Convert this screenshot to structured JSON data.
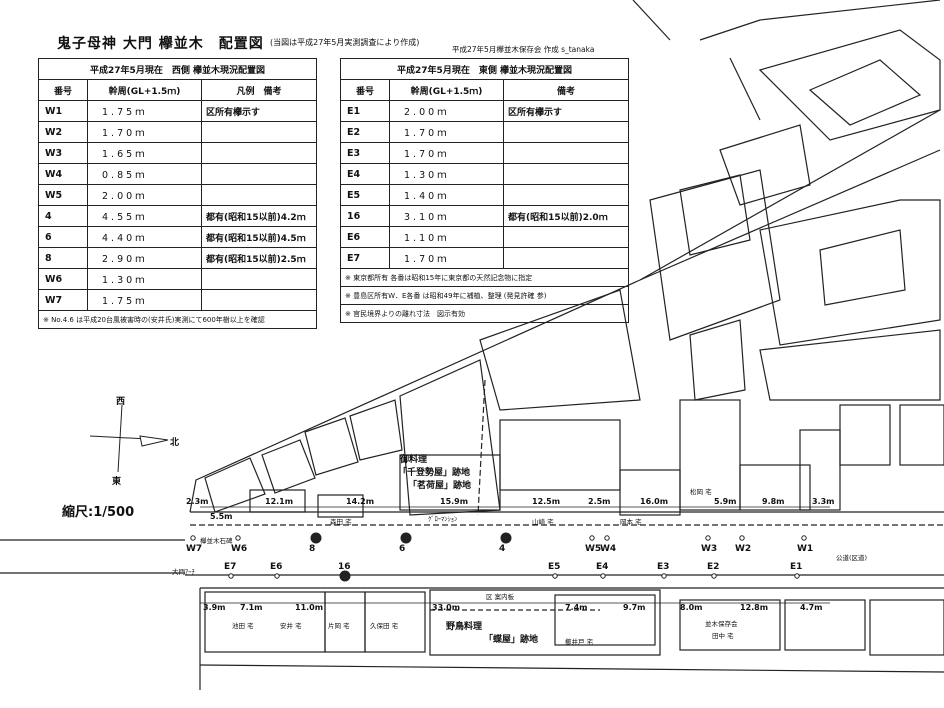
{
  "header": {
    "title": "鬼子母神 大門 欅並木　配置図",
    "subtitle": "(当図は平成27年5月実測調査により作成)",
    "author": "平成27年5月欅並木保存会 作成 s_tanaka"
  },
  "west_table": {
    "title": "平成27年5月現在　西側 欅並木現況配置図",
    "col_no": "番号",
    "col_girth": "幹周(GL+1.5ｍ)",
    "col_note": "凡例　備考",
    "rows": [
      {
        "no": "W1",
        "girth": "1.75ｍ",
        "note": "区所有欅示す"
      },
      {
        "no": "W2",
        "girth": "1.70ｍ",
        "note": ""
      },
      {
        "no": "W3",
        "girth": "1.65ｍ",
        "note": ""
      },
      {
        "no": "W4",
        "girth": "0.85ｍ",
        "note": ""
      },
      {
        "no": "W5",
        "girth": "2.00ｍ",
        "note": ""
      },
      {
        "no": "4",
        "girth": "4.55ｍ",
        "note": "都有(昭和15以前)4.2ｍ"
      },
      {
        "no": "6",
        "girth": "4.40ｍ",
        "note": "都有(昭和15以前)4.5ｍ"
      },
      {
        "no": "8",
        "girth": "2.90ｍ",
        "note": "都有(昭和15以前)2.5ｍ"
      },
      {
        "no": "W6",
        "girth": "1.30ｍ",
        "note": ""
      },
      {
        "no": "W7",
        "girth": "1.75ｍ",
        "note": ""
      }
    ],
    "footnote": "※ No.4.6 は平成20台風被害時の(安井氏)実測にて600年樹以上を確認"
  },
  "east_table": {
    "title": "平成27年5月現在　東側 欅並木現況配置図",
    "col_no": "番号",
    "col_girth": "幹周(GL+1.5ｍ)",
    "col_note": "備考",
    "rows": [
      {
        "no": "E1",
        "girth": "2.00ｍ",
        "note": "区所有欅示す"
      },
      {
        "no": "E2",
        "girth": "1.70ｍ",
        "note": ""
      },
      {
        "no": "E3",
        "girth": "1.70ｍ",
        "note": ""
      },
      {
        "no": "E4",
        "girth": "1.30ｍ",
        "note": ""
      },
      {
        "no": "E5",
        "girth": "1.40ｍ",
        "note": ""
      },
      {
        "no": "16",
        "girth": "3.10ｍ",
        "note": "都有(昭和15以前)2.0ｍ"
      },
      {
        "no": "E6",
        "girth": "1.10ｍ",
        "note": ""
      },
      {
        "no": "E7",
        "girth": "1.70ｍ",
        "note": ""
      }
    ],
    "notes": [
      "※ 東京都所有 各番は昭和15年に東京都の天然記念物に指定",
      "※ 豊島区所有W．E各番 は昭和49年に補植、整理 (発見許確 参)",
      "※ 官民境界よりの離れ寸法　図示有効"
    ]
  },
  "compass": {
    "west": "西",
    "north": "北",
    "east": "東"
  },
  "scale": "縮尺:1/500",
  "map": {
    "restaurant_1": [
      "御料理",
      "「千登勢屋」跡地",
      "「茗荷屋」跡地"
    ],
    "restaurant_2": [
      "野鳥料理",
      "「蝶屋」跡地"
    ],
    "road_label": "公道(区道)",
    "gate_label": "大門ｱｰﾁ",
    "stone_label": "欅並木石碑",
    "north_measures": [
      "2.3m",
      "5.5m",
      "12.1m",
      "14.2m",
      "15.9m",
      "12.5m",
      "2.5m",
      "16.0m",
      "5.9m",
      "9.8m",
      "3.3m"
    ],
    "south_measures": [
      "3.9m",
      "7.1m",
      "11.0m",
      "33.0m",
      "7.4m",
      "9.7m",
      "8.0m",
      "12.8m",
      "4.7m"
    ],
    "houses_north": [
      "森田 宅",
      "ｸﾞﾛｰﾏﾝｼｮﾝ",
      "山崎 宅",
      "岡本 宅",
      "松岡 宅"
    ],
    "houses_south": [
      "池田 宅",
      "安井 宅",
      "片岡 宅",
      "久保田 宅",
      "区 案内板",
      "櫛井戸 宅",
      "並木保存会",
      "田中 宅"
    ],
    "trees_north": [
      {
        "id": "W7",
        "big": false
      },
      {
        "id": "W6",
        "big": false
      },
      {
        "id": "8",
        "big": true
      },
      {
        "id": "6",
        "big": true
      },
      {
        "id": "4",
        "big": true
      },
      {
        "id": "W5",
        "big": false
      },
      {
        "id": "W4",
        "big": false
      },
      {
        "id": "W3",
        "big": false
      },
      {
        "id": "W2",
        "big": false
      },
      {
        "id": "W1",
        "big": false
      }
    ],
    "trees_south": [
      {
        "id": "E7",
        "big": false
      },
      {
        "id": "E6",
        "big": false
      },
      {
        "id": "16",
        "big": true
      },
      {
        "id": "E5",
        "big": false
      },
      {
        "id": "E4",
        "big": false
      },
      {
        "id": "E3",
        "big": false
      },
      {
        "id": "E2",
        "big": false
      },
      {
        "id": "E1",
        "big": false
      }
    ]
  }
}
